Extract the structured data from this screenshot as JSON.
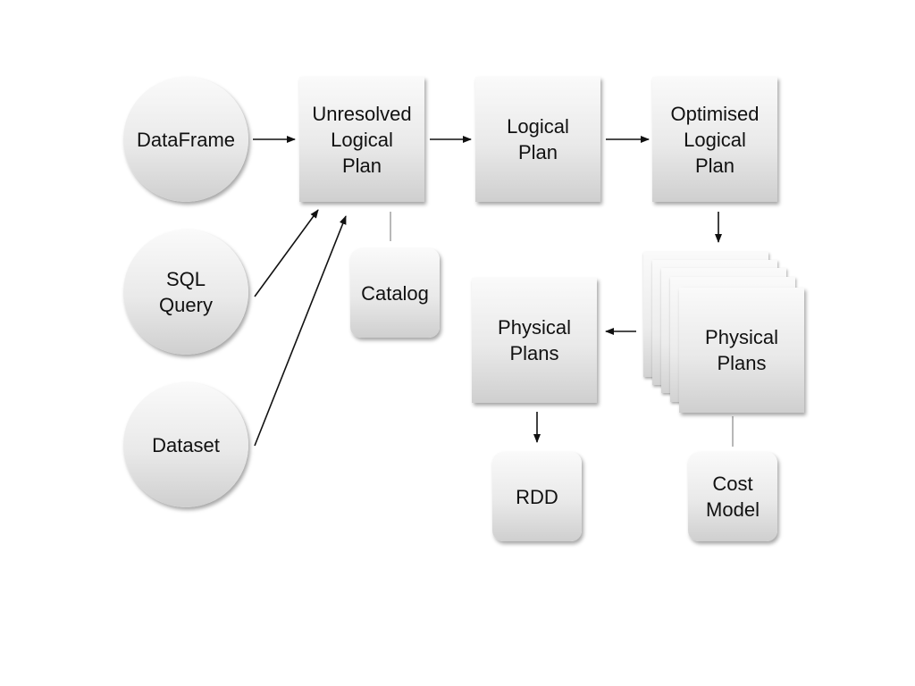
{
  "nodes": {
    "dataframe": "DataFrame",
    "sql_query": "SQL\nQuery",
    "dataset": "Dataset",
    "unresolved_logical_plan": "Unresolved\nLogical\nPlan",
    "logical_plan": "Logical\nPlan",
    "optimised_logical_plan": "Optimised\nLogical\nPlan",
    "catalog": "Catalog",
    "physical_plans_stack": "Physical\nPlans",
    "physical_plans": "Physical\nPlans",
    "rdd": "RDD",
    "cost_model": "Cost\nModel"
  },
  "colors": {
    "node_top": "#fafafa",
    "node_bottom": "#cfcfcf",
    "arrow": "#111111",
    "connector": "#888888"
  }
}
